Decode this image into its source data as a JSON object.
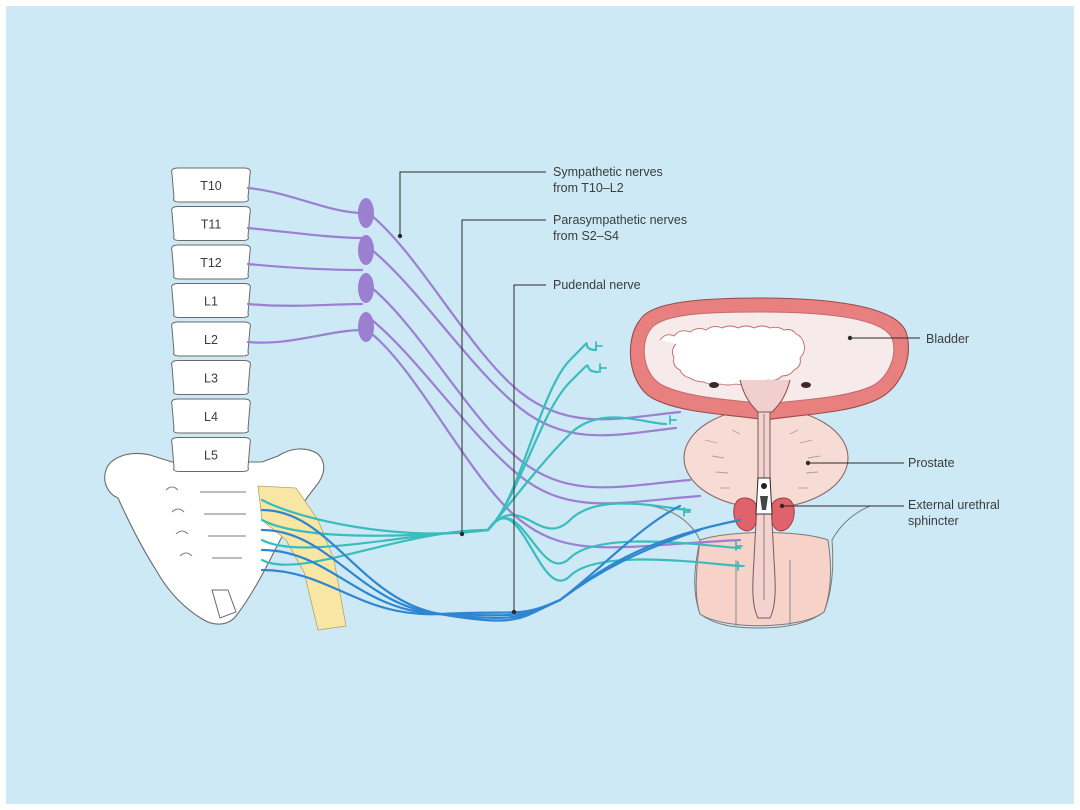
{
  "colors": {
    "background": "#cde9f5",
    "sympathetic": "#9b7fd0",
    "parasympathetic": "#3bbcbc",
    "pudendal": "#2f86d0",
    "bladder_wall": "#e98080",
    "prostate": "#f6dcd4",
    "sphincter": "#e0626b",
    "sacral_plexus": "#f7e6a4"
  },
  "vertebrae": [
    "T10",
    "T11",
    "T12",
    "L1",
    "L2",
    "L3",
    "L4",
    "L5"
  ],
  "labels": {
    "sympathetic": [
      "Sympathetic nerves",
      "from T10–L2"
    ],
    "parasympathetic": [
      "Parasympathetic nerves",
      "from S2–S4"
    ],
    "pudendal": "Pudendal nerve",
    "bladder": "Bladder",
    "prostate": "Prostate",
    "sphincter": [
      "External urethral",
      "sphincter"
    ]
  }
}
